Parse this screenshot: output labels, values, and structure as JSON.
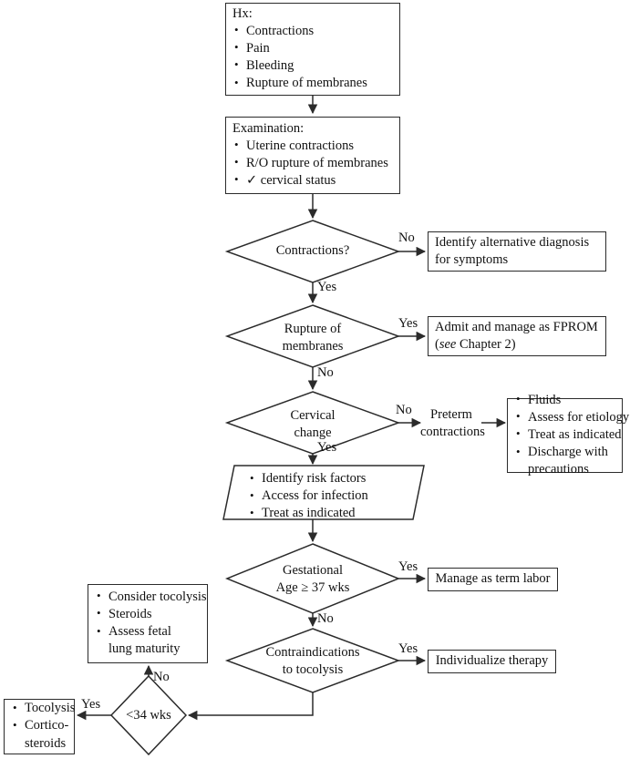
{
  "diagram": {
    "title": "Preterm labor evaluation and management algorithm",
    "type": "flowchart",
    "line_color": "#2b2b2b",
    "background": "#ffffff"
  },
  "nodes": {
    "hx": {
      "shape": "rectangle",
      "title": "Hx:",
      "items": [
        "Contractions",
        "Pain",
        "Bleeding",
        "Rupture of membranes"
      ]
    },
    "examination": {
      "shape": "rectangle",
      "title": "Examination:",
      "items": [
        "Uterine contractions",
        "R/O rupture of membranes",
        "✓ cervical status"
      ]
    },
    "contractions_q": {
      "shape": "diamond",
      "line1": "Contractions?",
      "line2": ""
    },
    "identify_alt": {
      "shape": "rectangle",
      "line1": "Identify alternative diagnosis",
      "line2": "for symptoms"
    },
    "rupture_q": {
      "shape": "diamond",
      "line1": "Rupture of",
      "line2": "membranes"
    },
    "admit_fprom": {
      "shape": "rectangle",
      "line1": "Admit and manage as FPROM",
      "line2_italic": "see",
      "line2_rest": " Chapter 2)",
      "line2_open": "("
    },
    "cervical_q": {
      "shape": "diamond",
      "line1": "Cervical",
      "line2": "change"
    },
    "preterm_contractions": {
      "shape": "text",
      "line1": "Preterm",
      "line2": "contractions"
    },
    "fluids_box": {
      "shape": "rectangle",
      "items": [
        "Fluids",
        "Assess for etiology",
        "Treat as indicated",
        "Discharge with",
        "precautions"
      ],
      "continuation_index": 4
    },
    "identify_risk": {
      "shape": "parallelogram",
      "items": [
        "Identify risk factors",
        "Access for infection",
        "Treat as indicated"
      ]
    },
    "gestational_q": {
      "shape": "diamond",
      "line1": "Gestational",
      "line2": "Age ≥ 37 wks"
    },
    "manage_term": {
      "shape": "rectangle",
      "line1": "Manage as term labor"
    },
    "contraindications_q": {
      "shape": "diamond",
      "line1": "Contraindications",
      "line2": "to tocolysis"
    },
    "individualize": {
      "shape": "rectangle",
      "line1": "Individualize therapy"
    },
    "consider_tocolysis": {
      "shape": "rectangle",
      "items": [
        "Consider tocolysis",
        "Steroids",
        "Assess fetal",
        "lung maturity"
      ],
      "continuation_index": 3
    },
    "wks34_q": {
      "shape": "diamond",
      "line1": "<34 wks",
      "line2": ""
    },
    "tocolysis_box": {
      "shape": "rectangle",
      "items": [
        "Tocolysis",
        "Cortico-",
        "steroids"
      ],
      "continuation_index": 2
    }
  },
  "edge_labels": {
    "contractions_no": "No",
    "contractions_yes": "Yes",
    "rupture_yes": "Yes",
    "rupture_no": "No",
    "cervical_no": "No",
    "cervical_yes": "Yes",
    "gestational_yes": "Yes",
    "gestational_no": "No",
    "contraindications_yes": "Yes",
    "wks34_no": "No",
    "wks34_yes": "Yes"
  }
}
